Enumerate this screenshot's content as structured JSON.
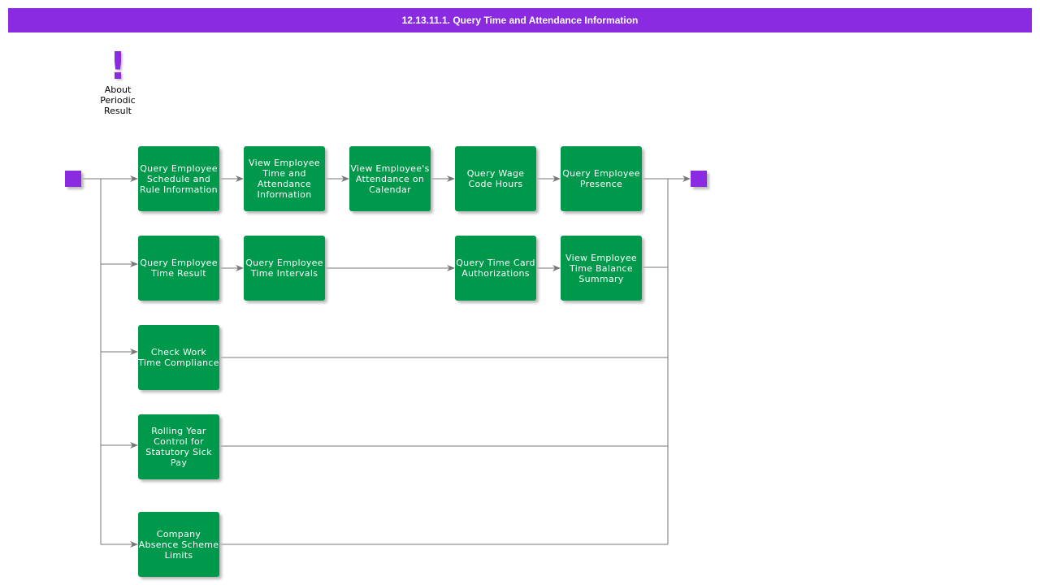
{
  "title": "12.13.11.1. Query Time and Attendance Information",
  "note": {
    "icon": "exclamation-icon",
    "label": "About Periodic Result"
  },
  "colors": {
    "accent": "#8a2be2",
    "box": "#00984a",
    "line": "#777777"
  },
  "boxes": {
    "r1c1": "Query Employee Schedule and Rule Information",
    "r1c2": "View Employee Time and Attendance Information",
    "r1c3": "View Employee's Attendance on Calendar",
    "r1c4": "Query Wage Code Hours",
    "r1c5": "Query Employee Presence",
    "r2c1": "Query Employee Time Result",
    "r2c2": "Query Employee Time Intervals",
    "r2c4": "Query Time Card Authorizations",
    "r2c5": "View Employee Time Balance Summary",
    "r3": "Check Work Time Compliance",
    "r4": "Rolling Year Control for Statutory Sick Pay",
    "r5": "Company Absence Scheme Limits"
  }
}
